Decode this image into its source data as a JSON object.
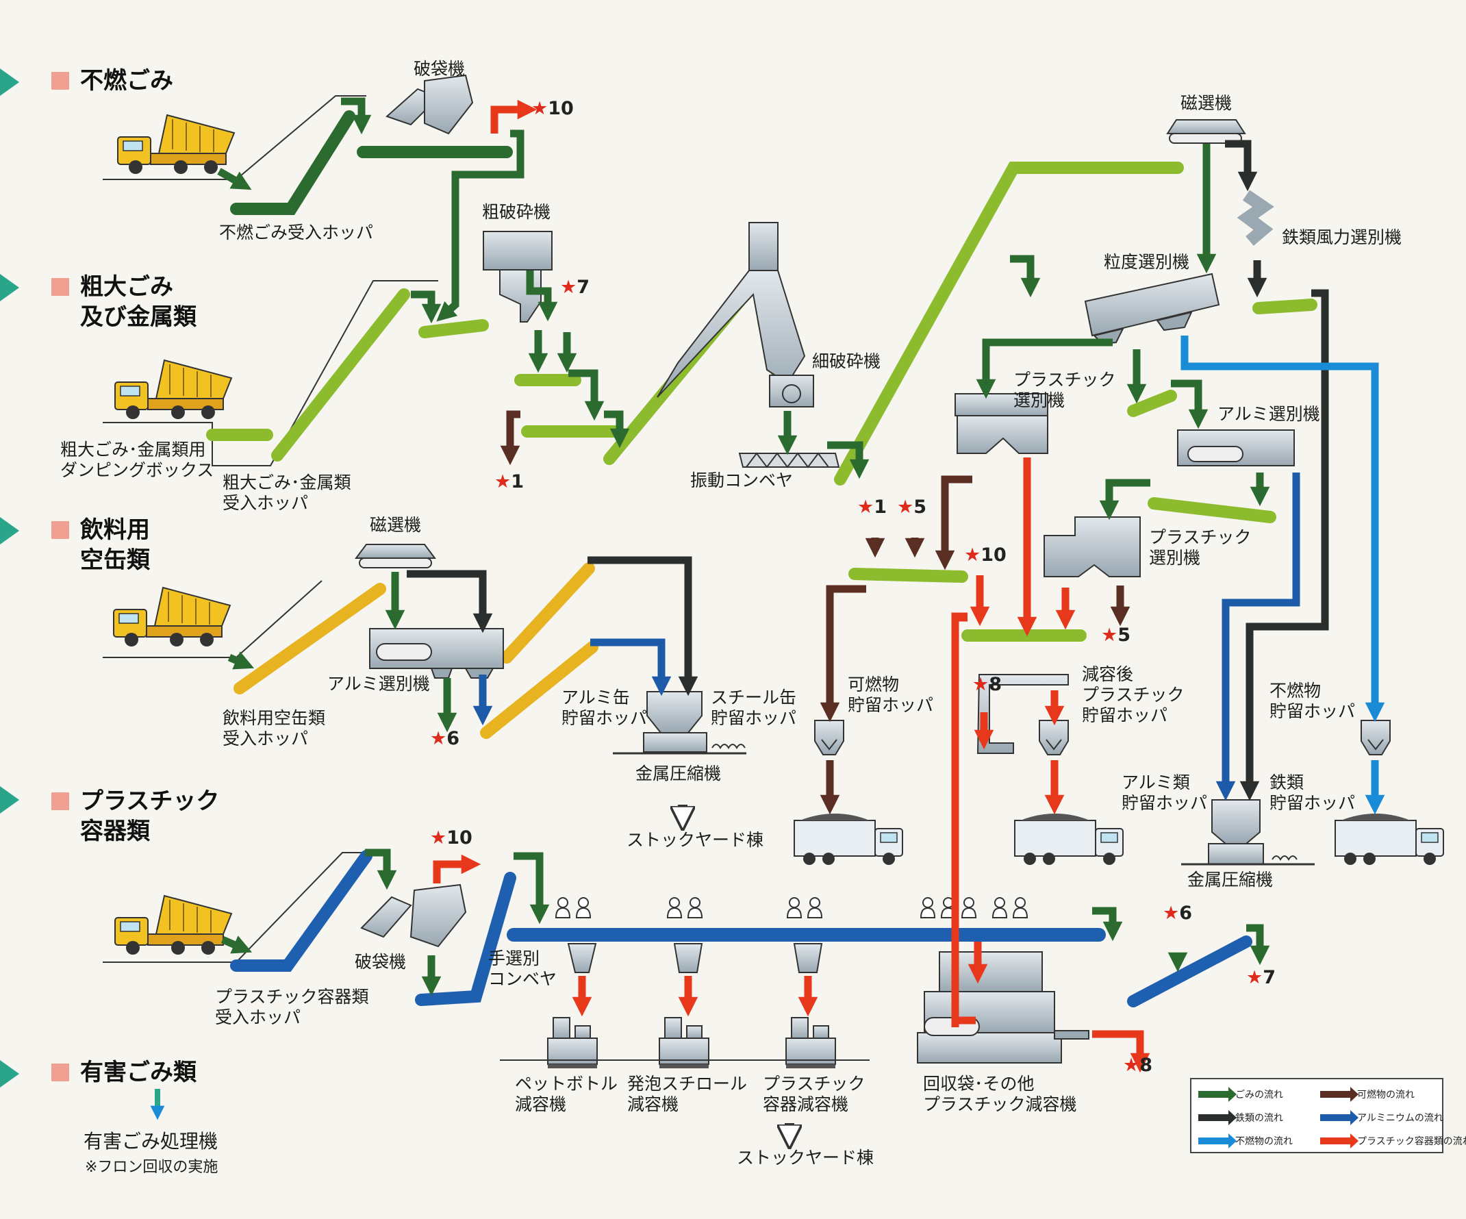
{
  "colors": {
    "gomi": "#2c6b2f",
    "kanen": "#5a2e22",
    "tetsu": "#2a2e2c",
    "alumi": "#1d5aa8",
    "funen": "#1a8bd6",
    "plastic": "#e8381c",
    "conv_green": "#8cbb2e",
    "conv_yellow": "#e8b320",
    "conv_blue": "#1f5fb0",
    "machine": "#b8c4cc"
  },
  "categories": [
    {
      "label_lines": [
        "不燃ごみ"
      ]
    },
    {
      "label_lines": [
        "粗大ごみ",
        "及び金属類"
      ]
    },
    {
      "label_lines": [
        "飲料用",
        "空缶類"
      ]
    },
    {
      "label_lines": [
        "プラスチック",
        "容器類"
      ]
    },
    {
      "label_lines": [
        "有害ごみ類"
      ]
    }
  ],
  "hazard": {
    "machine": "有害ごみ処理機",
    "note": "※フロン回収の実施"
  },
  "labels": {
    "hataiki_1": "破袋機",
    "funen_hopper": "不燃ごみ受入ホッパ",
    "soha": "粗破砕機",
    "sodai_box": [
      "粗大ごみ･金属類用",
      "ダンピングボックス"
    ],
    "sodai_hopper": [
      "粗大ごみ･金属類",
      "受入ホッパ"
    ],
    "saiha": "細破砕機",
    "shindo": "振動コンベヤ",
    "jisen_1": "磁選機",
    "alumi_sen_1": "アルミ選別機",
    "can_hopper": [
      "飲料用空缶類",
      "受入ホッパ"
    ],
    "alumi_can": [
      "アルミ缶",
      "貯留ホッパ"
    ],
    "steel_can": [
      "スチール缶",
      "貯留ホッパ"
    ],
    "press_1": "金属圧縮機",
    "stockyard_1": "ストックヤード棟",
    "jisen_2": "磁選機",
    "tetsu_fu": "鉄類風力選別機",
    "ryudo": "粒度選別機",
    "pla_sen_1": [
      "プラスチック",
      "選別機"
    ],
    "alumi_sen_2": "アルミ選別機",
    "pla_sen_2": [
      "プラスチック",
      "選別機"
    ],
    "kanen_hopper": [
      "可燃物",
      "貯留ホッパ"
    ],
    "genyo_hopper": [
      "減容後",
      "プラスチック",
      "貯留ホッパ"
    ],
    "funen_store": [
      "不燃物",
      "貯留ホッパ"
    ],
    "alumi_store": [
      "アルミ類",
      "貯留ホッパ"
    ],
    "tetsu_store": [
      "鉄類",
      "貯留ホッパ"
    ],
    "press_2": "金属圧縮機",
    "hataiki_2": "破袋機",
    "pla_hopper": [
      "プラスチック容器類",
      "受入ホッパ"
    ],
    "tesenbetsu": [
      "手選別",
      "コンベヤ"
    ],
    "pet": [
      "ペットボトル",
      "減容機"
    ],
    "happo": [
      "発泡スチロール",
      "減容機"
    ],
    "pla_genyo": [
      "プラスチック",
      "容器減容機"
    ],
    "kaishu": [
      "回収袋･その他",
      "プラスチック減容機"
    ],
    "stockyard_2": "ストックヤード棟"
  },
  "stars": [
    "10",
    "7",
    "1",
    "1",
    "5",
    "10",
    "5",
    "8",
    "6",
    "10",
    "6",
    "7",
    "8"
  ],
  "legend": [
    {
      "label": "ごみの流れ",
      "color": "#2c6b2f"
    },
    {
      "label": "可燃物の流れ",
      "color": "#5a2e22"
    },
    {
      "label": "鉄類の流れ",
      "color": "#2a2e2c"
    },
    {
      "label": "アルミニウムの流れ",
      "color": "#1d5aa8"
    },
    {
      "label": "不燃物の流れ",
      "color": "#1a8bd6"
    },
    {
      "label": "プラスチック容器類の流れ",
      "color": "#e8381c"
    }
  ]
}
